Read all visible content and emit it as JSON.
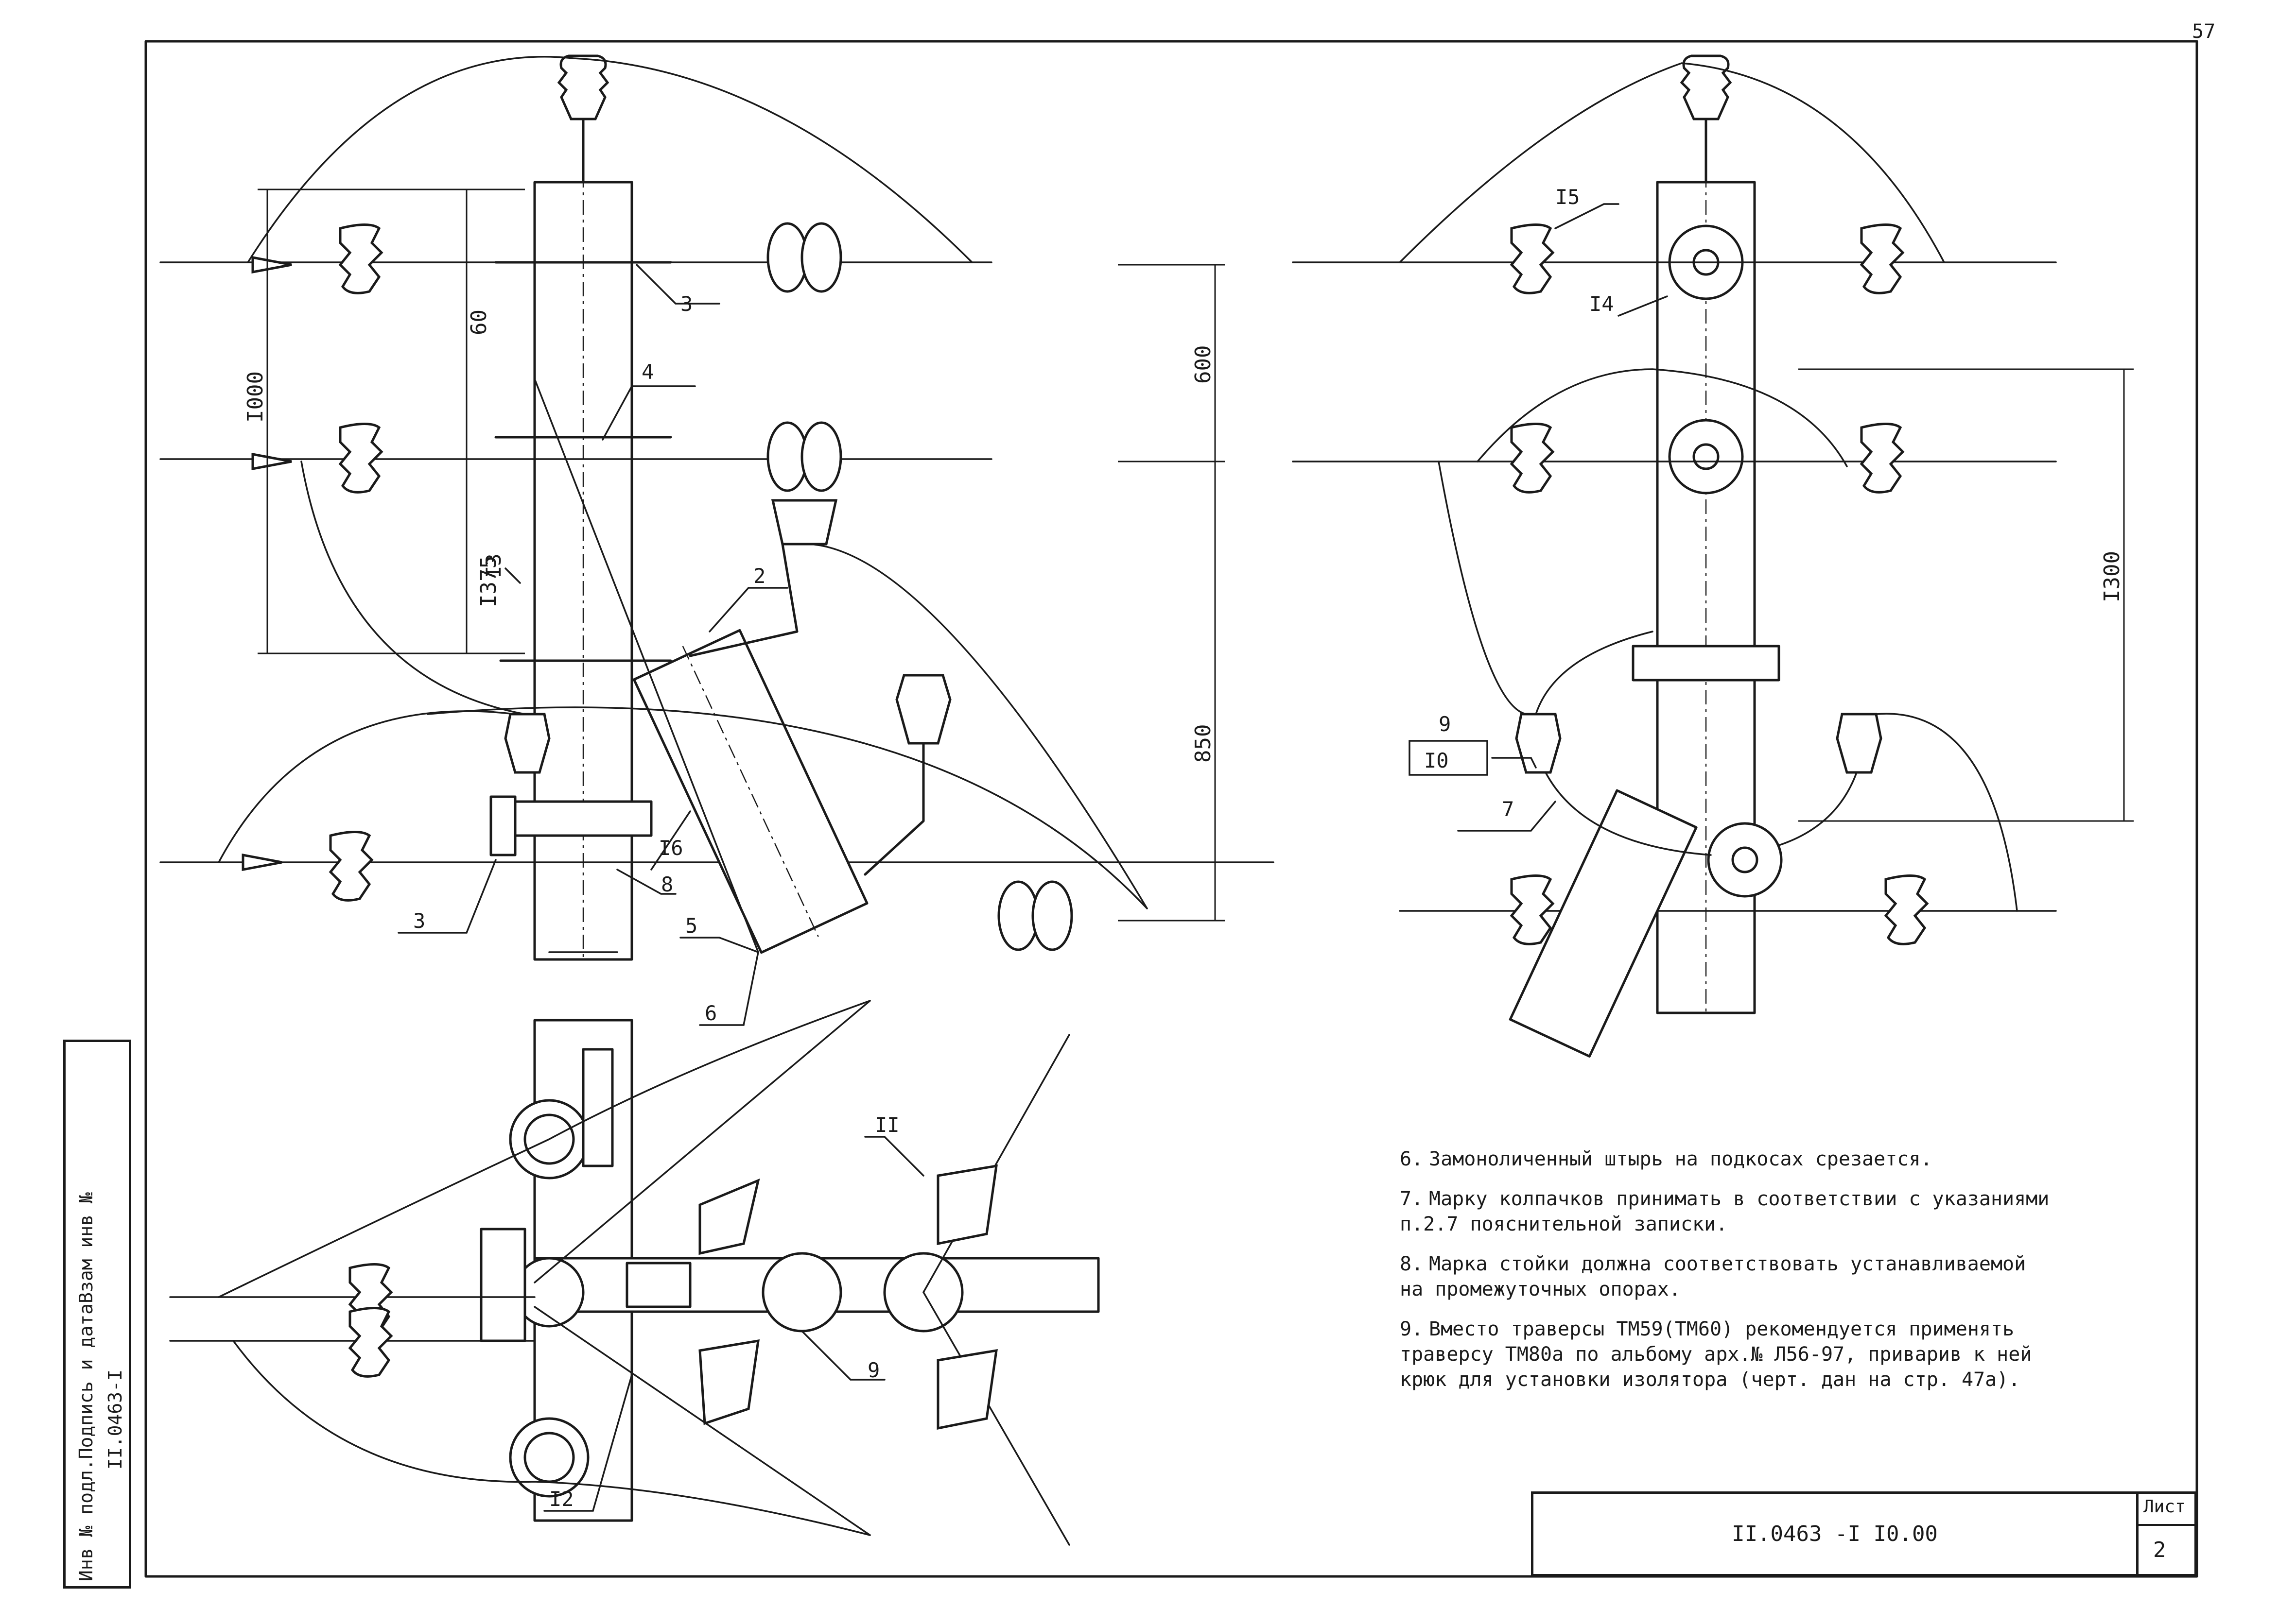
{
  "page": {
    "sheet_number_top": "57"
  },
  "callouts": {
    "c3a": "3",
    "c4": "4",
    "c2": "2",
    "c16": "I6",
    "c8": "8",
    "c3b": "3",
    "c5": "5",
    "c6": "6",
    "c13": "I3",
    "c15": "I5",
    "c14": "I4",
    "c9": "9",
    "c10": "I0",
    "c7": "7",
    "c11": "II",
    "c9b": "9",
    "c12": "I2"
  },
  "dimensions": {
    "d1000": "I000",
    "d60": "60",
    "d1375": "I375",
    "d600": "600",
    "d850": "850",
    "d1300": "I300"
  },
  "notes": [
    {
      "num": "6.",
      "text": "Замоноличенный штырь на подкосах срезается."
    },
    {
      "num": "7.",
      "text": "Марку колпачков принимать в соответствии с указаниями\nп.2.7 пояснительной записки."
    },
    {
      "num": "8.",
      "text": "Марка стойки должна соответствовать устанавливаемой\nна промежуточных опорах."
    },
    {
      "num": "9.",
      "text": "Вместо траверсы ТМ59(ТМ60) рекомендуется применять\nтраверсу ТМ80а по альбому арх.№ Л56-97, приварив к ней\nкрюк для установки изолятора (черт. дан на стр. 47а)."
    }
  ],
  "title_block": {
    "code": "II.0463 -I I0.00",
    "sheet_label": "Лист",
    "sheet_number": "2"
  },
  "side_stamp": {
    "inv_label": "Инв № подл.Подпись и датаВзам инв №",
    "inv_code": "II.0463-I"
  }
}
